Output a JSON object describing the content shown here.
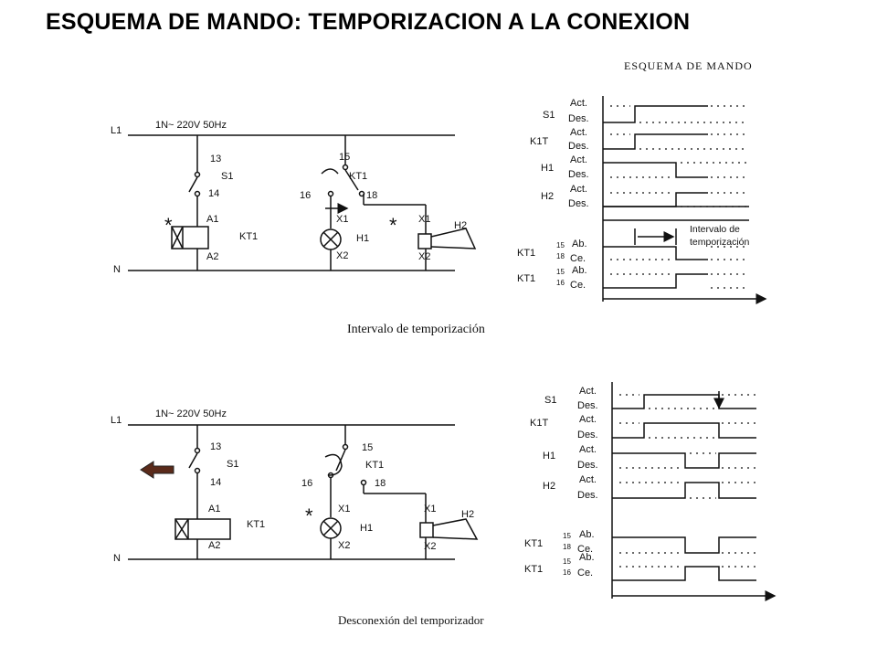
{
  "title": "ESQUEMA DE MANDO: TEMPORIZACION A LA CONEXION",
  "diagram_header": "ESQUEMA DE MANDO",
  "top": {
    "supply": "1N~ 220V 50Hz",
    "line": "L1",
    "neutral": "N",
    "s1_top": "13",
    "s1_name": "S1",
    "s1_bottom": "14",
    "coil_a1": "A1",
    "coil_a2": "A2",
    "coil_name": "KT1",
    "contact_15": "15",
    "contact_name": "KT1",
    "contact_16": "16",
    "contact_18": "18",
    "h1_x1": "X1",
    "h1_x2": "X2",
    "h1_name": "H1",
    "h2_x1": "X1",
    "h2_x2": "X2",
    "h2_name": "H2",
    "caption": "Intervalo de temporización"
  },
  "bottom": {
    "supply": "1N~ 220V 50Hz",
    "line": "L1",
    "neutral": "N",
    "s1_top": "13",
    "s1_name": "S1",
    "s1_bottom": "14",
    "coil_a1": "A1",
    "coil_a2": "A2",
    "coil_name": "KT1",
    "contact_15": "15",
    "contact_name": "KT1",
    "contact_16": "16",
    "contact_18": "18",
    "h1_x1": "X1",
    "h1_x2": "X2",
    "h1_name": "H1",
    "h2_x1": "X1",
    "h2_x2": "X2",
    "h2_name": "H2",
    "caption": "Desconexión del temporizador"
  },
  "timing_top": {
    "rows": [
      {
        "name": "S1",
        "hi": "Act.",
        "lo": "Des."
      },
      {
        "name": "K1T",
        "hi": "Act.",
        "lo": "Des."
      },
      {
        "name": "H1",
        "hi": "Act.",
        "lo": "Des."
      },
      {
        "name": "H2",
        "hi": "Act.",
        "lo": "Des."
      }
    ],
    "interval_label_1": "Intervalo de",
    "interval_label_2": "temporización",
    "contact_rows": [
      {
        "name": "KT1",
        "n1": "15",
        "n2": "18",
        "hi": "Ab.",
        "lo": "Ce."
      },
      {
        "name": "KT1",
        "n1": "15",
        "n2": "16",
        "hi": "Ab.",
        "lo": "Ce."
      }
    ]
  },
  "timing_bottom": {
    "rows": [
      {
        "name": "S1",
        "hi": "Act.",
        "lo": "Des."
      },
      {
        "name": "K1T",
        "hi": "Act.",
        "lo": "Des."
      },
      {
        "name": "H1",
        "hi": "Act.",
        "lo": "Des."
      },
      {
        "name": "H2",
        "hi": "Act.",
        "lo": "Des."
      }
    ],
    "contact_rows": [
      {
        "name": "KT1",
        "n1": "15",
        "n2": "18",
        "hi": "Ab.",
        "lo": "Ce."
      },
      {
        "name": "KT1",
        "n1": "15",
        "n2": "16",
        "hi": "Ab.",
        "lo": "Ce."
      }
    ]
  }
}
